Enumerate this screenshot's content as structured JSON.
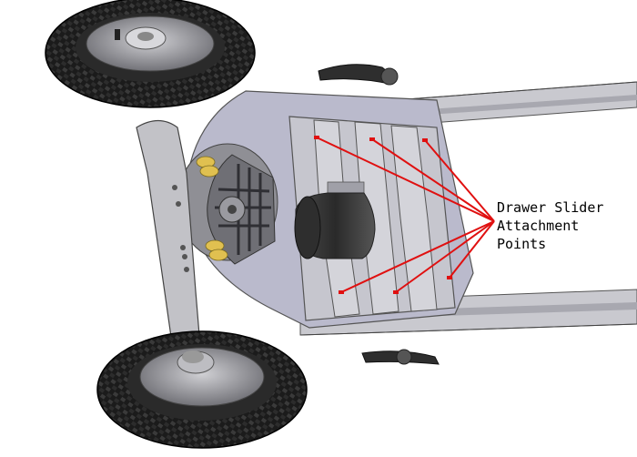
{
  "callout": {
    "lines": [
      "Drawer Slider",
      "Attachment",
      "Points"
    ]
  },
  "colors": {
    "leader": "#e01010",
    "tire": "#1b1b1b",
    "rim": "#8e8e92",
    "plate": "#b9b9c9",
    "rail": "#c6c6cc",
    "frame": "#bfbfc3",
    "cylinder": "#3a3a3a"
  }
}
